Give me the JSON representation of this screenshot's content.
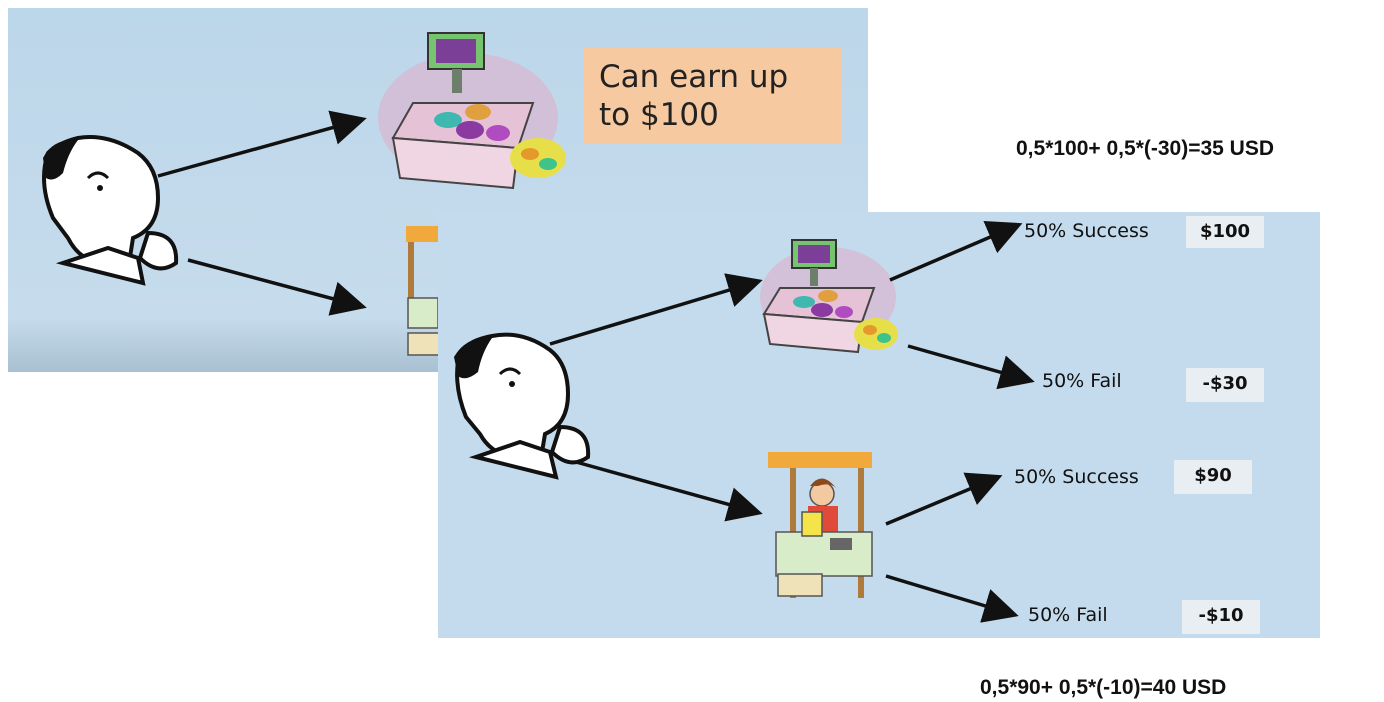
{
  "back_panel": {
    "callout_text": "Can earn up to $100",
    "icons": [
      "thinking-man-icon",
      "candy-scale-icon",
      "lemonade-stand-icon"
    ]
  },
  "front_panel": {
    "icons": [
      "thinking-man-icon",
      "candy-scale-icon",
      "lemonade-stand-icon"
    ],
    "outcomes": [
      {
        "label": "50% Success",
        "value": "$100"
      },
      {
        "label": "50% Fail",
        "value": "-$30"
      },
      {
        "label": "50% Success",
        "value": "$90"
      },
      {
        "label": "50% Fail",
        "value": "-$10"
      }
    ]
  },
  "formulas": {
    "top": "0,5*100+ 0,5*(-30)=35 USD",
    "bottom": "0,5*90+ 0,5*(-10)=40 USD"
  },
  "colors": {
    "panel_bg": "#c3dbed",
    "callout_bg": "#f6c9a0",
    "value_chip_bg": "#e9eef2"
  }
}
